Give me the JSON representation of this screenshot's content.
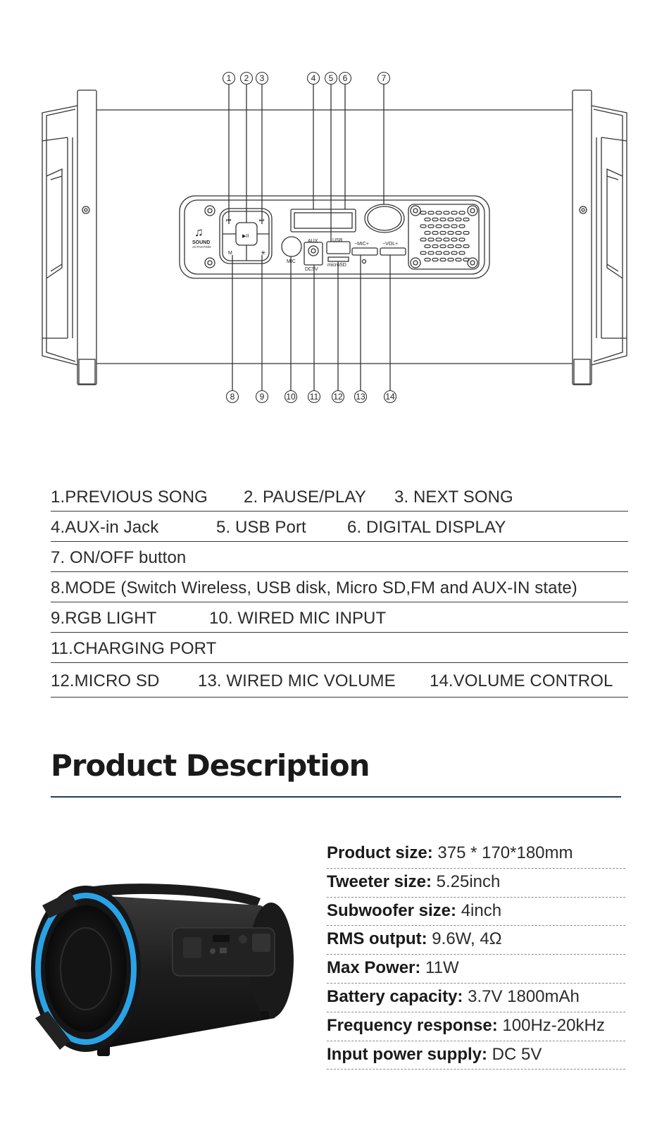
{
  "diagram": {
    "callouts_top": [
      "1",
      "2",
      "3",
      "4",
      "5",
      "6",
      "7"
    ],
    "callouts_bottom": [
      "8",
      "9",
      "10",
      "11",
      "12",
      "13",
      "14"
    ],
    "panel_labels": {
      "sound": "SOUND",
      "activation": "ACTIVATION",
      "aux": "AUX",
      "usb": "USB",
      "mic_minus_plus": "−MIC+",
      "vol_minus_plus": "−VOL+",
      "mic": "MIC",
      "dc5v": "DC5V",
      "microsd": "microSD",
      "mode": "M",
      "prev_glyph": "⏮",
      "next_glyph": "⏭",
      "playpause_glyph": "▶II",
      "light_glyph": "✳"
    }
  },
  "features": {
    "rows": [
      [
        "1.PREVIOUS SONG",
        "2. PAUSE/PLAY",
        "3. NEXT SONG"
      ],
      [
        "4.AUX-in Jack",
        "5. USB Port",
        "6. DIGITAL DISPLAY"
      ],
      [
        "7. ON/OFF button"
      ],
      [
        "8.MODE (Switch Wireless, USB disk, Micro SD,FM and AUX-IN state)"
      ],
      [
        "9.RGB LIGHT",
        "10. WIRED MIC INPUT"
      ],
      [
        "11.CHARGING PORT"
      ],
      [
        "12.MICRO SD",
        "13. WIRED MIC VOLUME",
        "14.VOLUME CONTROL"
      ]
    ]
  },
  "description": {
    "title": "Product Description"
  },
  "specs": [
    {
      "label": "Product size:",
      "value": "375 * 170*180mm"
    },
    {
      "label": "Tweeter size:",
      "value": "5.25inch"
    },
    {
      "label": "Subwoofer size:",
      "value": "4inch"
    },
    {
      "label": "RMS output:",
      "value": "9.6W, 4Ω"
    },
    {
      "label": "Max Power:",
      "value": "11W"
    },
    {
      "label": "Battery capacity:",
      "value": "3.7V 1800mAh"
    },
    {
      "label": "Frequency response:",
      "value": "100Hz-20kHz"
    },
    {
      "label": "Input power supply:",
      "value": "DC 5V"
    }
  ],
  "colors": {
    "accent_ring": "#2aa3e6",
    "rule": "#1f3f5a"
  }
}
